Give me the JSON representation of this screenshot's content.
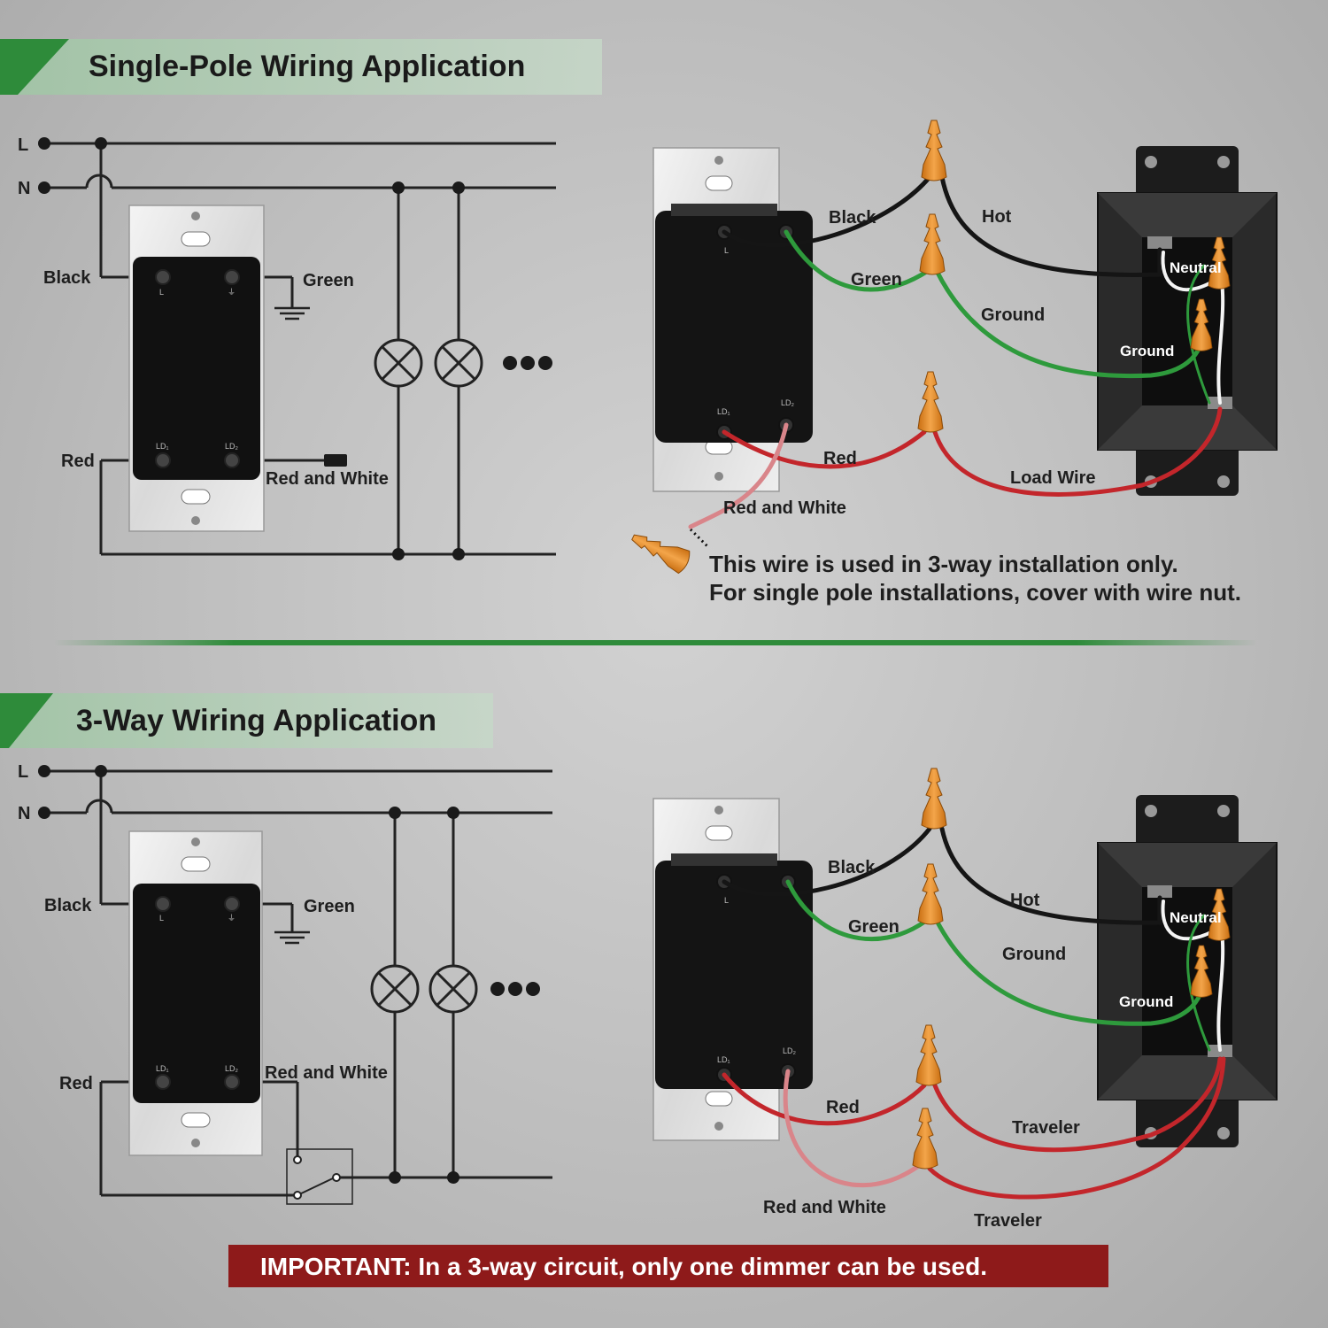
{
  "section1": {
    "title": "Single-Pole Wiring Application",
    "schematic": {
      "line_label": "L",
      "neutral_label": "N",
      "black_label": "Black",
      "green_label": "Green",
      "red_label": "Red",
      "red_white_label": "Red and White"
    },
    "pictorial": {
      "black_label": "Black",
      "hot_label": "Hot",
      "green_label": "Green",
      "ground_label": "Ground",
      "neutral_label": "Neutral",
      "box_ground_label": "Ground",
      "red_label": "Red",
      "load_label": "Load Wire",
      "red_white_label": "Red and White"
    },
    "note_line1": "This wire is used in 3-way installation only.",
    "note_line2": "For single pole installations, cover with wire nut."
  },
  "section2": {
    "title": "3-Way Wiring Application",
    "schematic": {
      "line_label": "L",
      "neutral_label": "N",
      "black_label": "Black",
      "green_label": "Green",
      "red_label": "Red",
      "red_white_label": "Red and White"
    },
    "pictorial": {
      "black_label": "Black",
      "hot_label": "Hot",
      "green_label": "Green",
      "ground_label": "Ground",
      "neutral_label": "Neutral",
      "box_ground_label": "Ground",
      "red_label": "Red",
      "traveler1_label": "Traveler",
      "red_white_label": "Red and White",
      "traveler2_label": "Traveler"
    }
  },
  "switch_marks": {
    "l": "L",
    "ld1": "LD₁",
    "ld2": "LD₂",
    "gnd": "⏚"
  },
  "important": "IMPORTANT: In a 3-way circuit, only one dimmer can be used.",
  "colors": {
    "accent_green": "#2e8b3a",
    "banner_red": "#8e1a1a",
    "wire_black": "#1a1a1a",
    "wire_green": "#2e9a3c",
    "wire_red": "#c3262b",
    "wire_nut": "#e08a2a"
  }
}
